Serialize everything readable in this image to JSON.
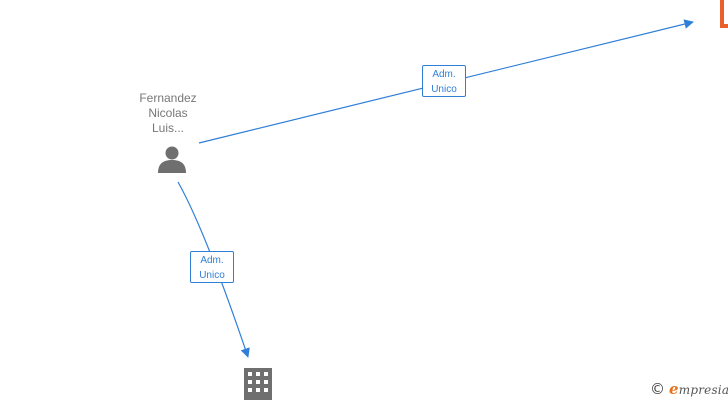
{
  "nodes": {
    "person": {
      "name_lines": [
        "Fernandez",
        "Nicolas",
        "Luis..."
      ],
      "icon": "person-icon",
      "color": "#6f6f6f"
    },
    "company_bottom": {
      "icon": "building-icon",
      "color": "#6f6f6f"
    },
    "company_top_right": {
      "icon": "building-icon",
      "color": "#e8602c"
    }
  },
  "edges": [
    {
      "from": "person",
      "to": "company_top_right",
      "label_lines": [
        "Adm.",
        "Unico"
      ]
    },
    {
      "from": "person",
      "to": "company_bottom",
      "label_lines": [
        "Adm.",
        "Unico"
      ]
    }
  ],
  "colors": {
    "edge": "#2f7fd8",
    "brand_accent": "#e8731f"
  },
  "watermark": {
    "symbol": "©",
    "brand_initial": "e",
    "brand_rest": "mpresia"
  }
}
